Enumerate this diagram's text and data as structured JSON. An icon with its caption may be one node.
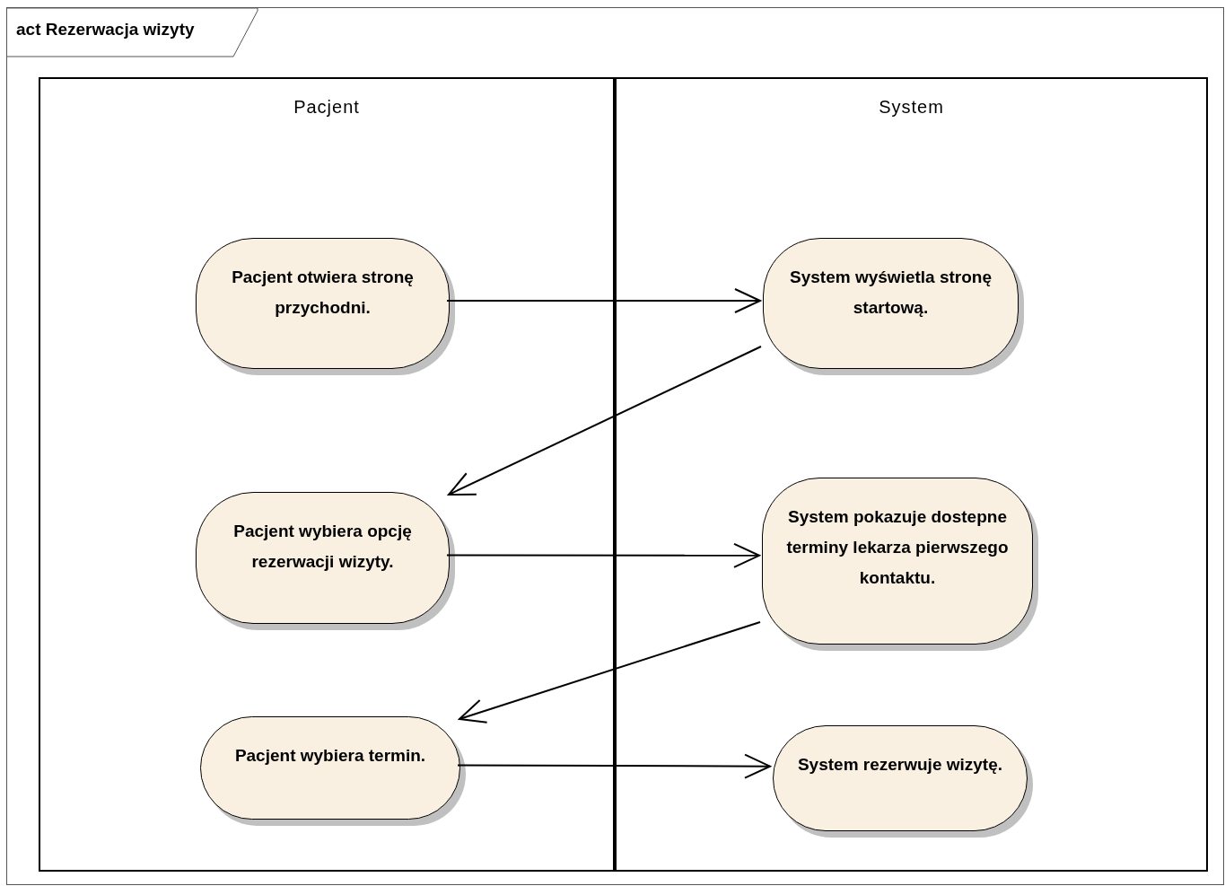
{
  "diagram": {
    "nodes": [
      {
        "text": [
          "act Rezerwacja wizyty"
        ]
      },
      {
        "text": [
          "Pacjent"
        ],
        "in": 0
      },
      {
        "text": [
          "System"
        ],
        "in": 0
      },
      {
        "text": [
          "Pacjent otwiera stronę przychodni."
        ],
        "in": 1
      },
      {
        "text": [
          "System wyświetla stronę startową."
        ],
        "in": 2
      },
      {
        "text": [
          "Pacjent wybiera opcję rezerwacji wizyty."
        ],
        "in": 1
      },
      {
        "text": [
          "System pokazuje dostepne terminy lekarza pierwszego kontaktu."
        ],
        "in": 2
      },
      {
        "text": [
          "Pacjent wybiera termin."
        ],
        "in": 1
      },
      {
        "text": [
          "System rezerwuje wizytę."
        ],
        "in": 2
      }
    ],
    "edges": [
      {
        "from": 3,
        "to": 4,
        "arrow": "to"
      },
      {
        "from": 4,
        "to": 5,
        "arrow": "to"
      },
      {
        "from": 5,
        "to": 6,
        "arrow": "to"
      },
      {
        "from": 6,
        "to": 7,
        "arrow": "to"
      },
      {
        "from": 7,
        "to": 8,
        "arrow": "to"
      }
    ]
  }
}
